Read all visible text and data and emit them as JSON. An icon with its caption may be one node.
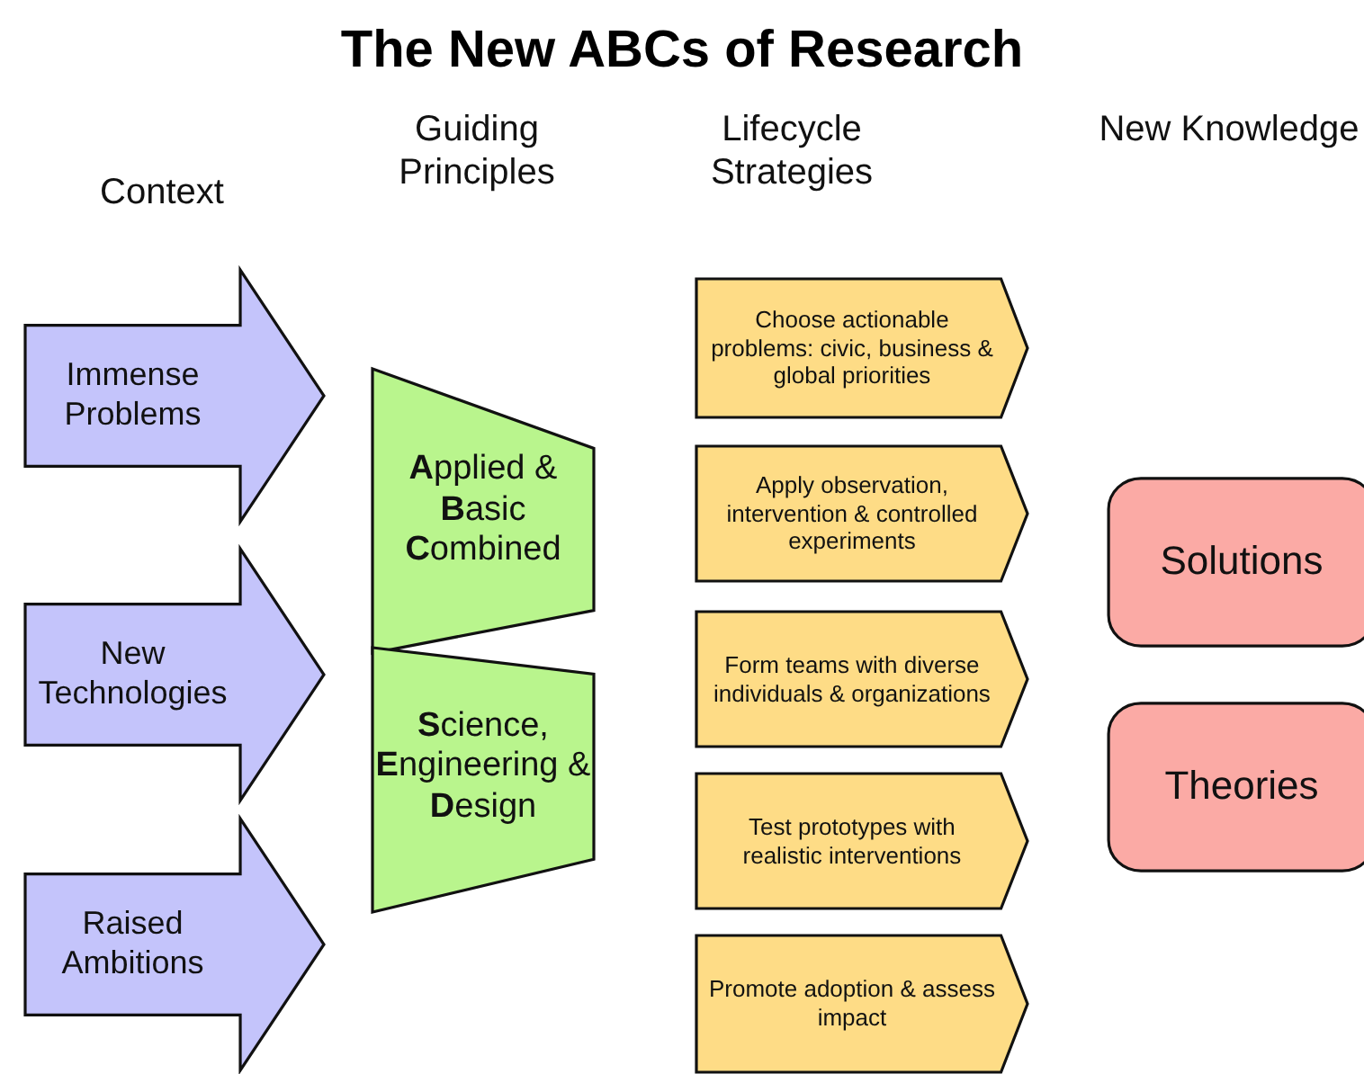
{
  "diagram": {
    "title": "The New ABCs of Research",
    "nodes": [
      {
        "text": [
          "Immense Problems"
        ]
      },
      {
        "text": [
          "New Technologies"
        ]
      },
      {
        "text": [
          "Raised Ambitions"
        ]
      },
      {
        "text": [
          "**A**pplied & **B**asic **C**ombined"
        ]
      },
      {
        "text": [
          "**S**cience, **E**ngineering & **D**esign"
        ]
      },
      {
        "text": [
          "Choose actionable problems: civic, business & global priorities"
        ]
      },
      {
        "text": [
          "Apply observation, intervention & controlled experiments"
        ]
      },
      {
        "text": [
          "Form teams with diverse individuals & organizations"
        ]
      },
      {
        "text": [
          "Test prototypes with realistic interventions"
        ]
      },
      {
        "text": [
          "Promote adoption & assess impact"
        ]
      },
      {
        "text": [
          "Solutions"
        ]
      },
      {
        "text": [
          "Theories"
        ]
      }
    ],
    "edges": [],
    "labels": [
      "Context",
      "Guiding Principles",
      "Lifecycle Strategies",
      "New Knowledge"
    ]
  }
}
